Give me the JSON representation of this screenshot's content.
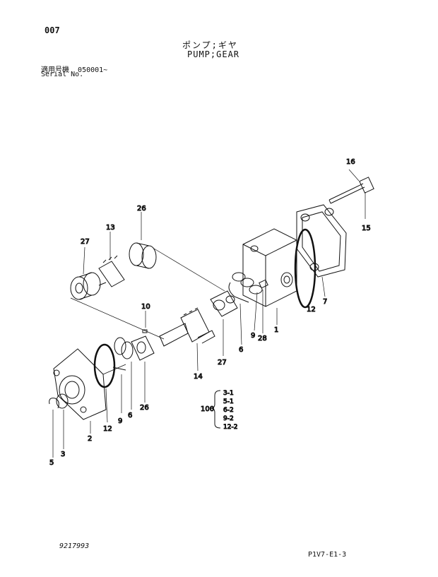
{
  "header": {
    "page_number": "007",
    "title_jp": "ポンプ;ギヤ",
    "title_en": "PUMP;GEAR",
    "applicable_label": "適用号機",
    "serial_range": "050001~",
    "serial_label": "Serial No."
  },
  "footer": {
    "document_id": "9217993",
    "figure_code": "P1V7-E1-3"
  },
  "callouts": {
    "c16": "16",
    "c15": "15",
    "c26a": "26",
    "c13": "13",
    "c27a": "27",
    "c10": "10",
    "c1": "1",
    "c12a": "12",
    "c7": "7",
    "c9a": "9",
    "c28": "28",
    "c6a": "6",
    "c27b": "27",
    "c14": "14",
    "c26b": "26",
    "c6b": "6",
    "c9b": "9",
    "c12b": "12",
    "c2": "2",
    "c5": "5",
    "c3": "3"
  },
  "kit": {
    "number": "100",
    "items": [
      "3-1",
      "5-1",
      "6-2",
      "9-2",
      "12-2"
    ]
  }
}
